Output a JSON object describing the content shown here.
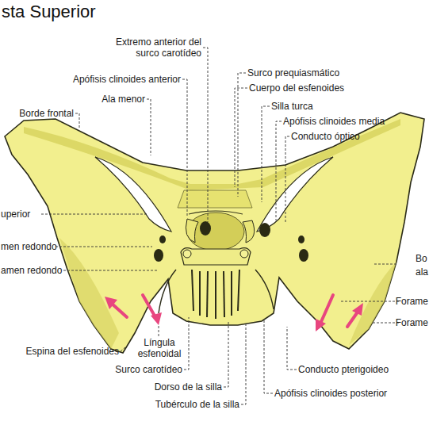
{
  "diagram": {
    "title": "sta Superior",
    "labels": [
      "Extremo anterior del surco carotídeo",
      "Apófisis clinoides anterior",
      "Ala menor",
      "Borde frontal",
      "Surco prequiasmático",
      "Cuerpo del esfenoides",
      "Silla turca",
      "Apófisis clinoides media",
      "Conducto óptico",
      "uperior",
      "men redondo",
      "amen redondo",
      "Bo",
      "ala",
      "Forame",
      "Forame",
      "Espina del esfenoides",
      "Língula esfenoidal",
      "Surco carotídeo",
      "Dorso de la silla",
      "Tubérculo de la silla",
      "Conducto pterigoideo",
      "Apófisis clinoides posterior"
    ]
  }
}
